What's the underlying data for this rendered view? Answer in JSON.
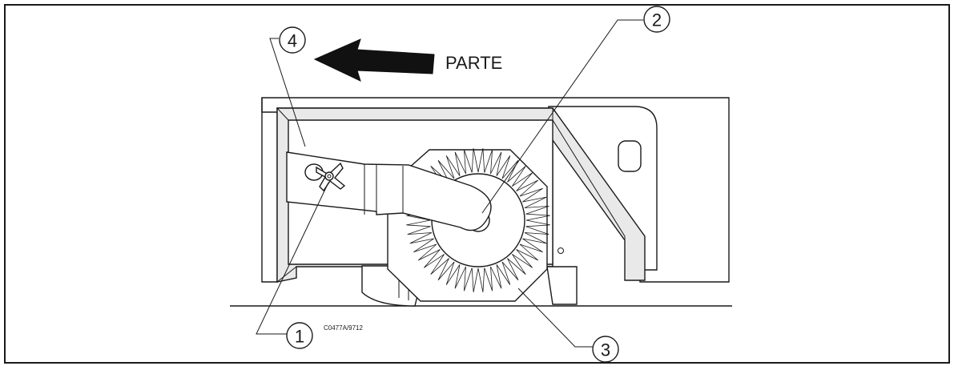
{
  "figure": {
    "direction_label": "PARTE",
    "drawing_code": "C0477A/9712",
    "callouts": [
      "1",
      "2",
      "3",
      "4"
    ]
  },
  "colors": {
    "ink": "#1a1a1a",
    "panel_shade": "#e9e9e9",
    "background": "#ffffff"
  }
}
